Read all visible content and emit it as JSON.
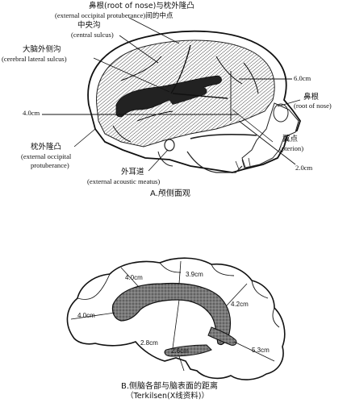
{
  "figure_a": {
    "labels": {
      "nasion_mid_zh": "鼻根(root of nose)与枕外隆凸",
      "nasion_mid_en": "(external occipital protuberance)间的中点",
      "central_sulcus_zh": "中央沟",
      "central_sulcus_en": "(central sulcus)",
      "lateral_sulcus_zh": "大脑外侧沟",
      "lateral_sulcus_en": "(cerebral lateral sulcus)",
      "occipital_zh": "枕外隆凸",
      "occipital_en1": "(external occipital",
      "occipital_en2": "protuberance)",
      "meatus_zh": "外耳道",
      "meatus_en": "(external acoustic meatus)",
      "root_nose_zh": "鼻根",
      "root_nose_en": "(root of nose)",
      "pterion_zh": "翼点",
      "pterion_en": "(pterion)"
    },
    "measurements": {
      "m_6cm": "6.0cm",
      "m_4cm": "4.0cm",
      "m_2cm": "2.0cm"
    },
    "caption": "A.颅侧面观"
  },
  "figure_b": {
    "measurements": {
      "top_left": "4.0cm",
      "top_mid": "3.9cm",
      "right_upper": "4.2cm",
      "left": "4.0cm",
      "right_lower": "5.3cm",
      "inner_upper": "2.8cm",
      "inner_lower": "2.6cm"
    },
    "caption": "B.侧脑各部与脑表面的距离",
    "caption_sub": "（Terkilsen(X线资料)）"
  }
}
